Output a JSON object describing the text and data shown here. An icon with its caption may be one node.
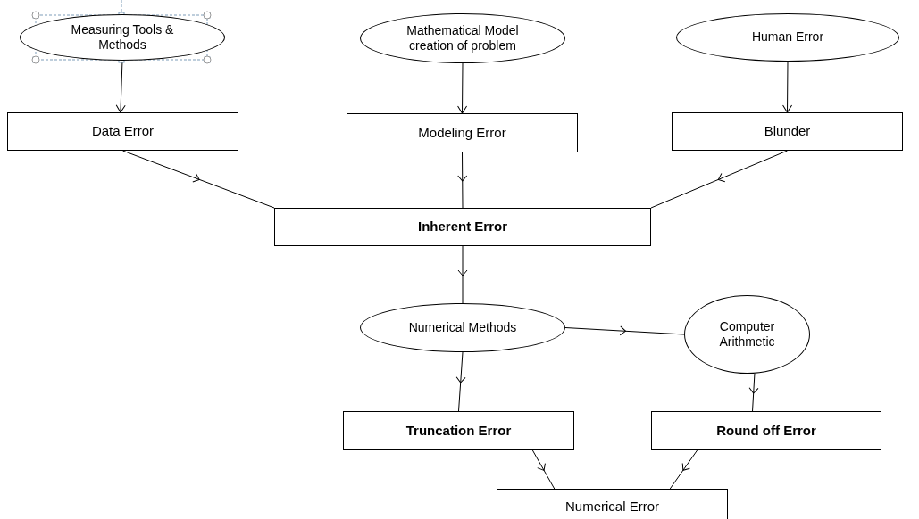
{
  "diagram": {
    "nodes": [
      {
        "text": [
          "Measuring Tools & Methods"
        ]
      },
      {
        "text": [
          "Mathematical Model creation of problem"
        ]
      },
      {
        "text": [
          "Human Error"
        ]
      },
      {
        "text": [
          "Data Error"
        ]
      },
      {
        "text": [
          "Modeling Error"
        ]
      },
      {
        "text": [
          "Blunder"
        ]
      },
      {
        "text": [
          "Inherent Error"
        ]
      },
      {
        "text": [
          "Numerical Methods"
        ]
      },
      {
        "text": [
          "Computer Arithmetic"
        ]
      },
      {
        "text": [
          "Truncation Error"
        ]
      },
      {
        "text": [
          "Round off Error"
        ]
      },
      {
        "text": [
          "Numerical Error"
        ]
      }
    ],
    "edges": [
      {
        "from": 0,
        "to": 3,
        "arrow": "to"
      },
      {
        "from": 1,
        "to": 4,
        "arrow": "to"
      },
      {
        "from": 2,
        "to": 5,
        "arrow": "to"
      },
      {
        "from": 3,
        "to": 6,
        "arrow": "to"
      },
      {
        "from": 4,
        "to": 6,
        "arrow": "to"
      },
      {
        "from": 5,
        "to": 6,
        "arrow": "to"
      },
      {
        "from": 6,
        "to": 7,
        "arrow": "to"
      },
      {
        "from": 7,
        "to": 8,
        "arrow": "to"
      },
      {
        "from": 8,
        "to": 10,
        "arrow": "to"
      },
      {
        "from": 7,
        "to": 9,
        "arrow": "to"
      },
      {
        "from": 9,
        "to": 11,
        "arrow": "to"
      },
      {
        "from": 10,
        "to": 11,
        "arrow": "to"
      }
    ]
  }
}
